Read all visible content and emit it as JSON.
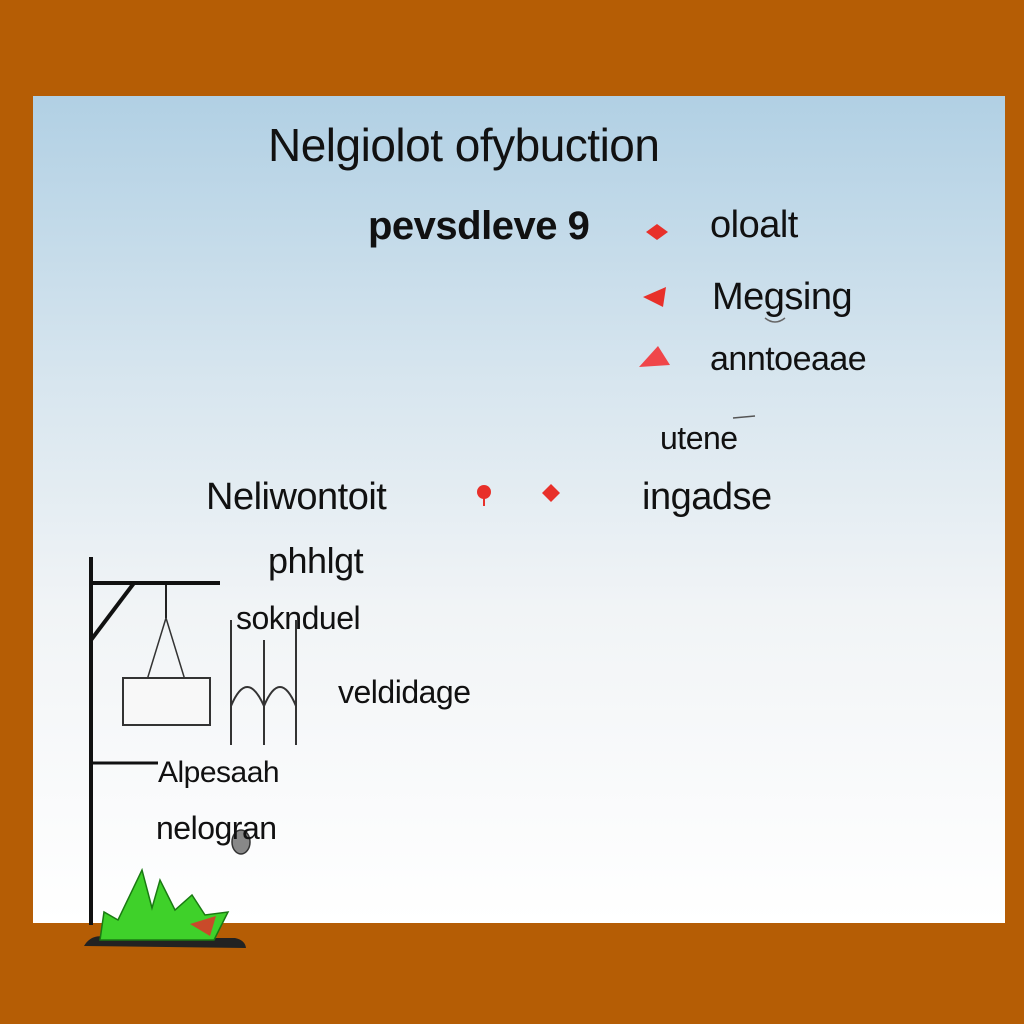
{
  "diagram": {
    "title": "Nelgiolot ofybuction",
    "labels": {
      "pevsdleve": "pevsdleve 9",
      "oloalt": "oloalt",
      "megsing": "Megsing",
      "anntoeaae": "anntoeaae",
      "utene": "utene",
      "ingadse": "ingadse",
      "neliwontoit": "Neliwontoit",
      "phhlgt": "phhlgt",
      "soknduel": "soknduel",
      "veldidage": "veldidage",
      "alpesaah": "Alpesaah",
      "nelogran": "nelogran"
    }
  },
  "colors": {
    "border": "#b55d05",
    "marker": "#e8302a",
    "grass": "#3fd12a",
    "ink": "#111111"
  }
}
